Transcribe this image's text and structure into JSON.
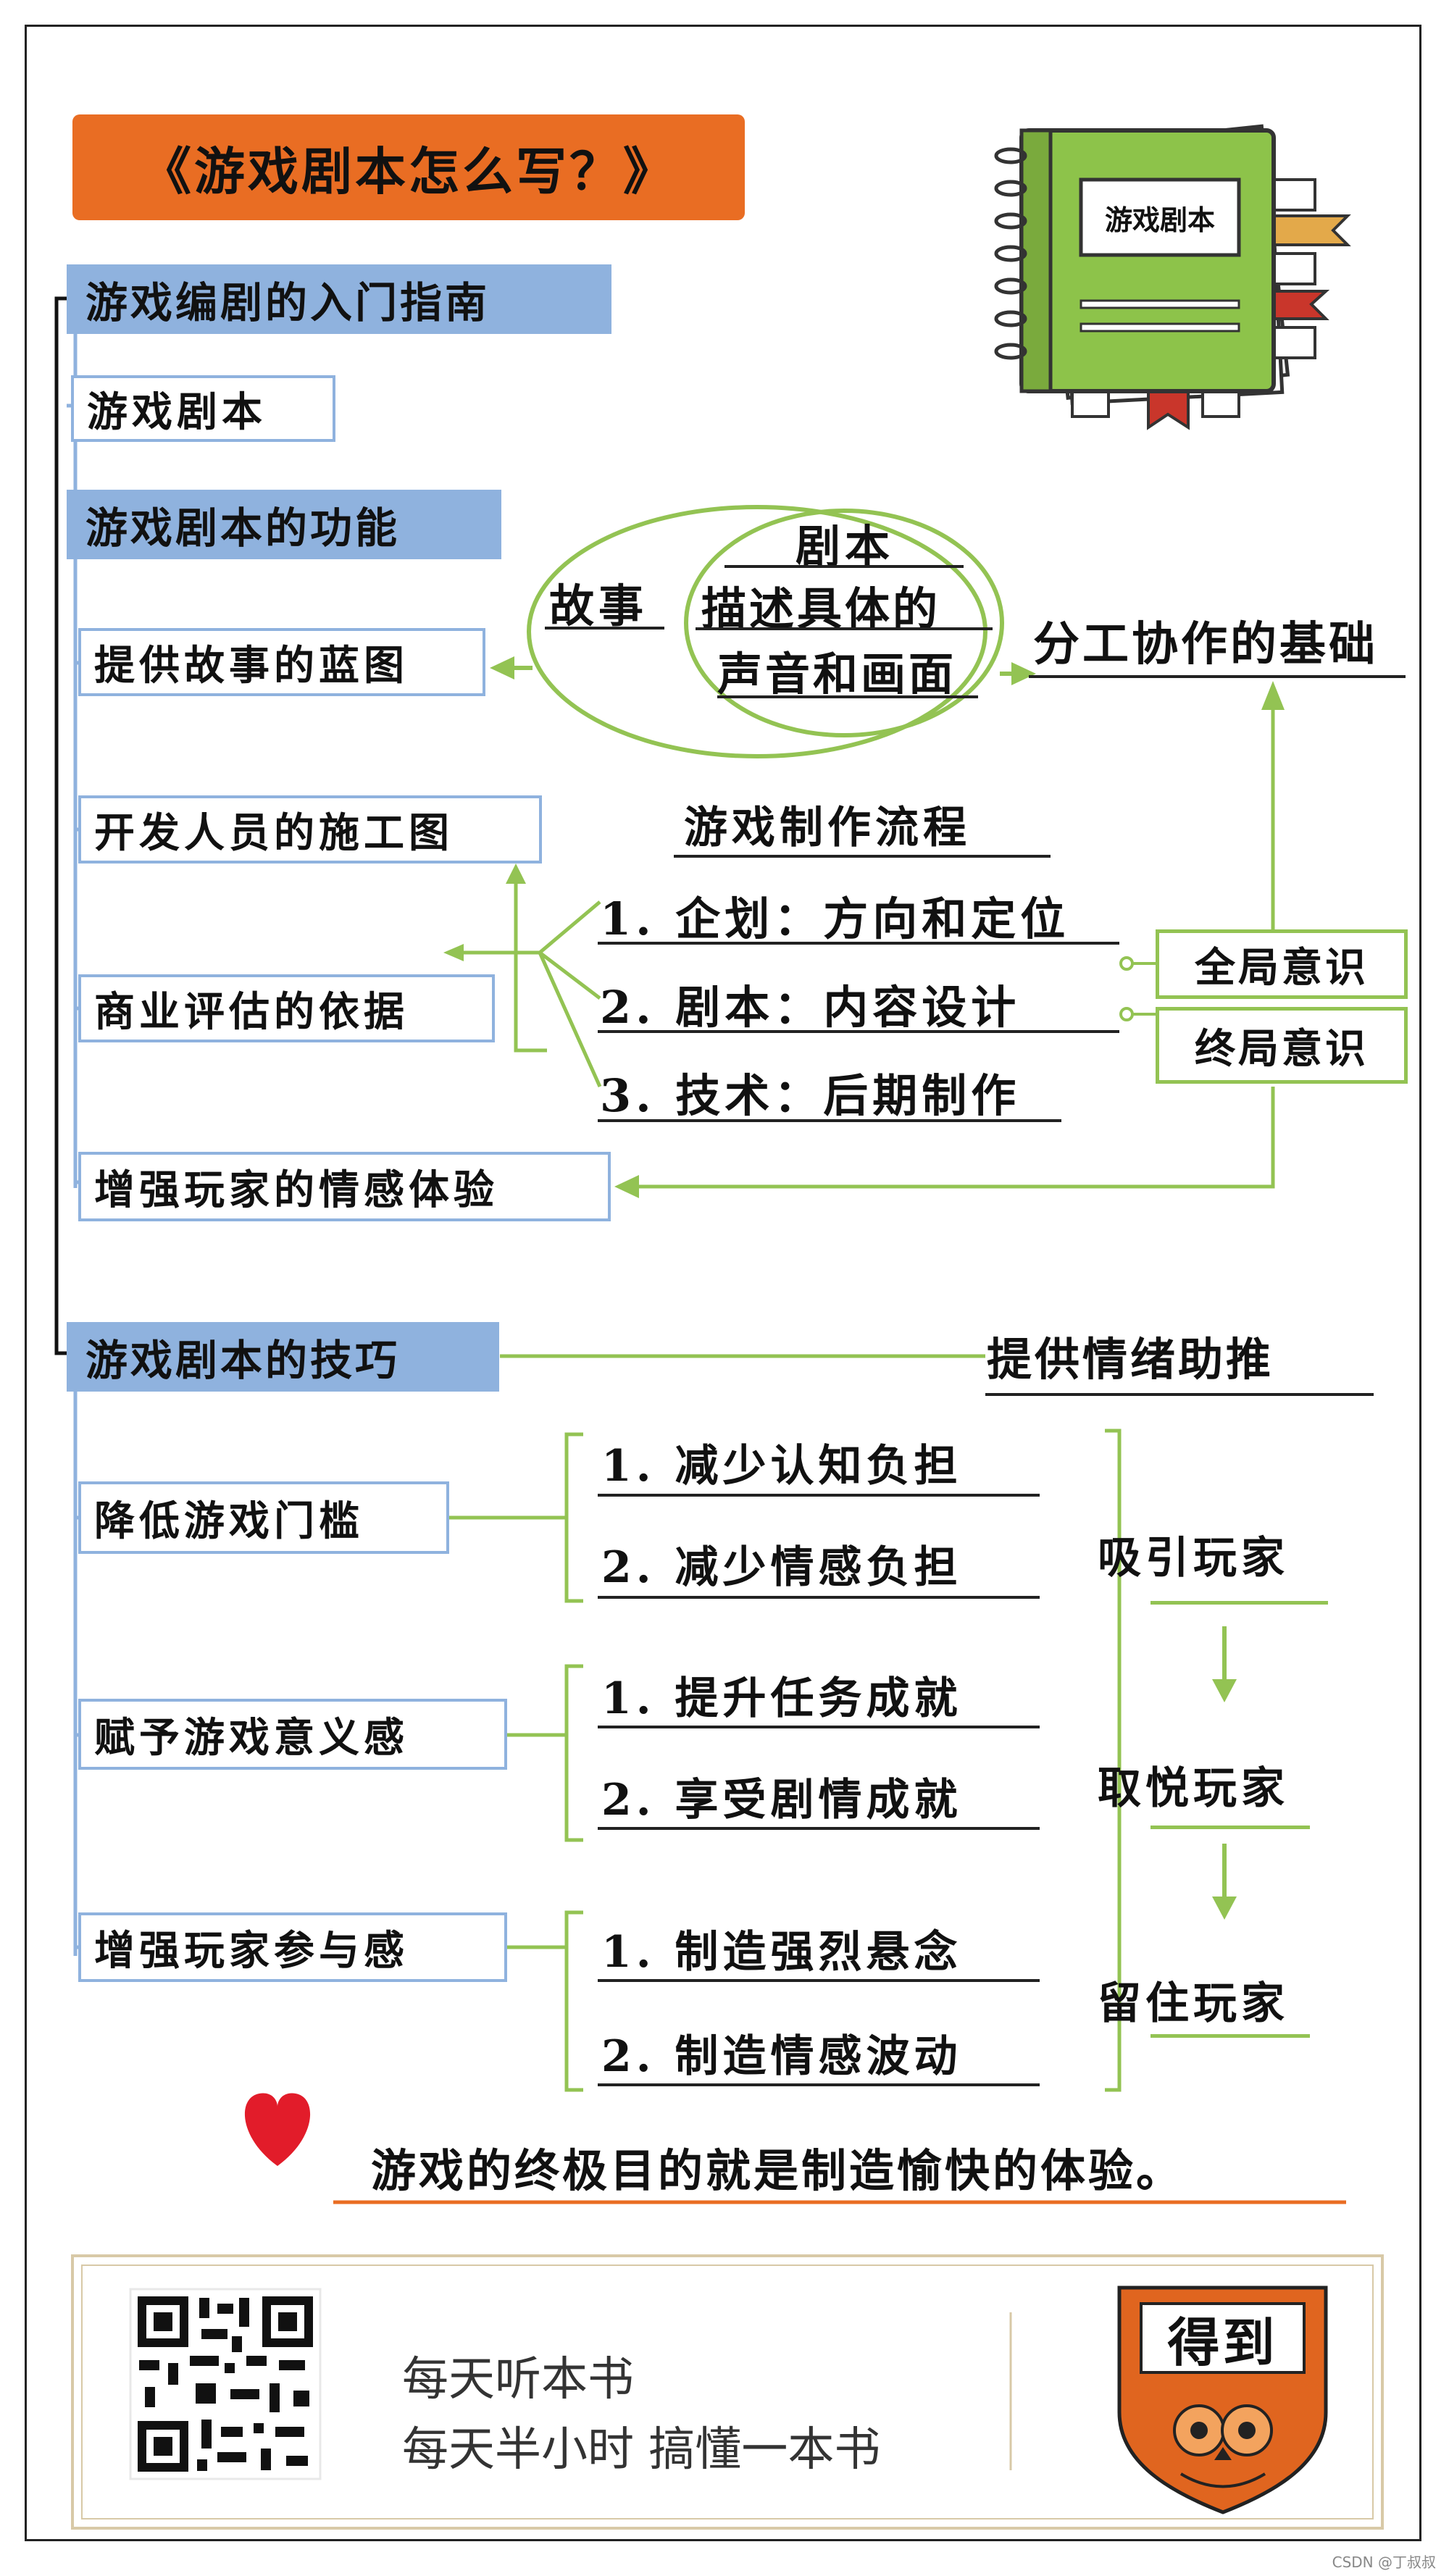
{
  "title": "《游戏剧本怎么写？》",
  "book_label": "游戏剧本",
  "section1": {
    "heading": "游戏编剧的入门指南",
    "item": "游戏剧本"
  },
  "section2": {
    "heading": "游戏剧本的功能",
    "functions": [
      "提供故事的蓝图",
      "开发人员的施工图",
      "商业评估的依据",
      "增强玩家的情感体验"
    ],
    "outer_circle_label": "故事",
    "inner_circle_line1": "剧本",
    "inner_circle_line2": "描述具体的",
    "inner_circle_line3": "声音和画面",
    "foundation": "分工协作的基础",
    "process_title": "游戏制作流程",
    "process_steps": [
      "1. 企划：方向和定位",
      "2. 剧本：内容设计",
      "3. 技术：后期制作"
    ],
    "awareness": [
      "全局意识",
      "终局意识"
    ]
  },
  "section3": {
    "heading": "游戏剧本的技巧",
    "emotion_push": "提供情绪助推",
    "techniques": [
      {
        "label": "降低游戏门槛",
        "points": [
          "1. 减少认知负担",
          "2. 减少情感负担"
        ]
      },
      {
        "label": "赋予游戏意义感",
        "points": [
          "1. 提升任务成就",
          "2. 享受剧情成就"
        ]
      },
      {
        "label": "增强玩家参与感",
        "points": [
          "1. 制造强烈悬念",
          "2. 制造情感波动"
        ]
      }
    ],
    "goals": [
      "吸引玩家",
      "取悦玩家",
      "留住玩家"
    ]
  },
  "conclusion": "游戏的终极目的就是制造愉快的体验。",
  "footer": {
    "slogan_line1": "每天听本书",
    "slogan_line2": "每天半小时 搞懂一本书",
    "logo_text": "得到"
  },
  "watermark": "CSDN @丁叔叔",
  "colors": {
    "title_bg": "#e96d23",
    "heading_bg": "#8fb2de",
    "accent_green": "#93c353",
    "heart_red": "#e21c2a",
    "book_green": "#8dc34a",
    "logo_orange": "#e0651f"
  }
}
